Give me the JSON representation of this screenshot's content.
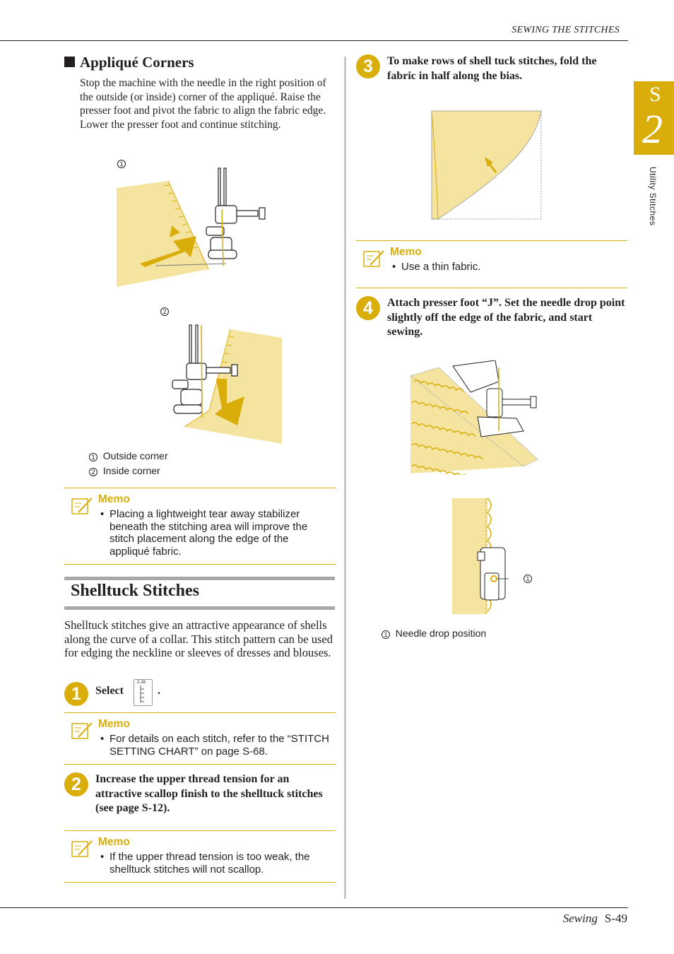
{
  "header": {
    "title": "SEWING THE STITCHES"
  },
  "side_tab": {
    "letter": "S",
    "number": "2",
    "label": "Utility Stitches"
  },
  "applique": {
    "heading": "Appliqué Corners",
    "body": "Stop the machine with the needle in the right position of the outside (or inside) corner of the appliqué. Raise the presser foot and pivot the fabric to align the fabric edge. Lower the presser foot and continue stitching.",
    "fig1_marker": "1",
    "fig2_marker": "2",
    "captions": [
      {
        "num": "1",
        "text": "Outside corner"
      },
      {
        "num": "2",
        "text": "Inside corner"
      }
    ]
  },
  "memo1": {
    "title": "Memo",
    "bullet": "•",
    "text": "Placing a lightweight tear away stabilizer beneath the stitching area will improve the stitch placement along the edge of the appliqué fabric."
  },
  "shelltuck": {
    "heading": "Shelltuck Stitches",
    "intro": "Shelltuck stitches give an attractive appearance of shells along the curve of a collar. This stitch pattern can be used for edging the neckline or sleeves of dresses and blouses."
  },
  "step1": {
    "num": "1",
    "text_before": "Select",
    "text_after": ".",
    "stitch_code": "2-28"
  },
  "memo2": {
    "title": "Memo",
    "bullet": "•",
    "text": "For details on each stitch, refer to the “STITCH SETTING CHART” on page S-68."
  },
  "step2": {
    "num": "2",
    "text": "Increase the upper thread tension for an attractive scallop finish to the shelltuck stitches (see page S-12)."
  },
  "memo3": {
    "title": "Memo",
    "bullet": "•",
    "text": "If the upper thread tension is too weak, the shelltuck stitches will not scallop."
  },
  "step3": {
    "num": "3",
    "text": "To make rows of shell tuck stitches, fold the fabric in half along the bias."
  },
  "memo4": {
    "title": "Memo",
    "bullet": "•",
    "text": "Use a thin fabric."
  },
  "step4": {
    "num": "4",
    "text": "Attach presser foot “J”. Set the needle drop point slightly off the edge of the fabric, and start sewing."
  },
  "needle_fig": {
    "marker": "1",
    "caption_num": "1",
    "caption": "Needle drop position"
  },
  "footer": {
    "section": "Sewing",
    "page": "S-49"
  },
  "colors": {
    "accent": "#d9ad0a",
    "fabric": "#f5e4a0",
    "rule_gray": "#a8a8a8"
  }
}
